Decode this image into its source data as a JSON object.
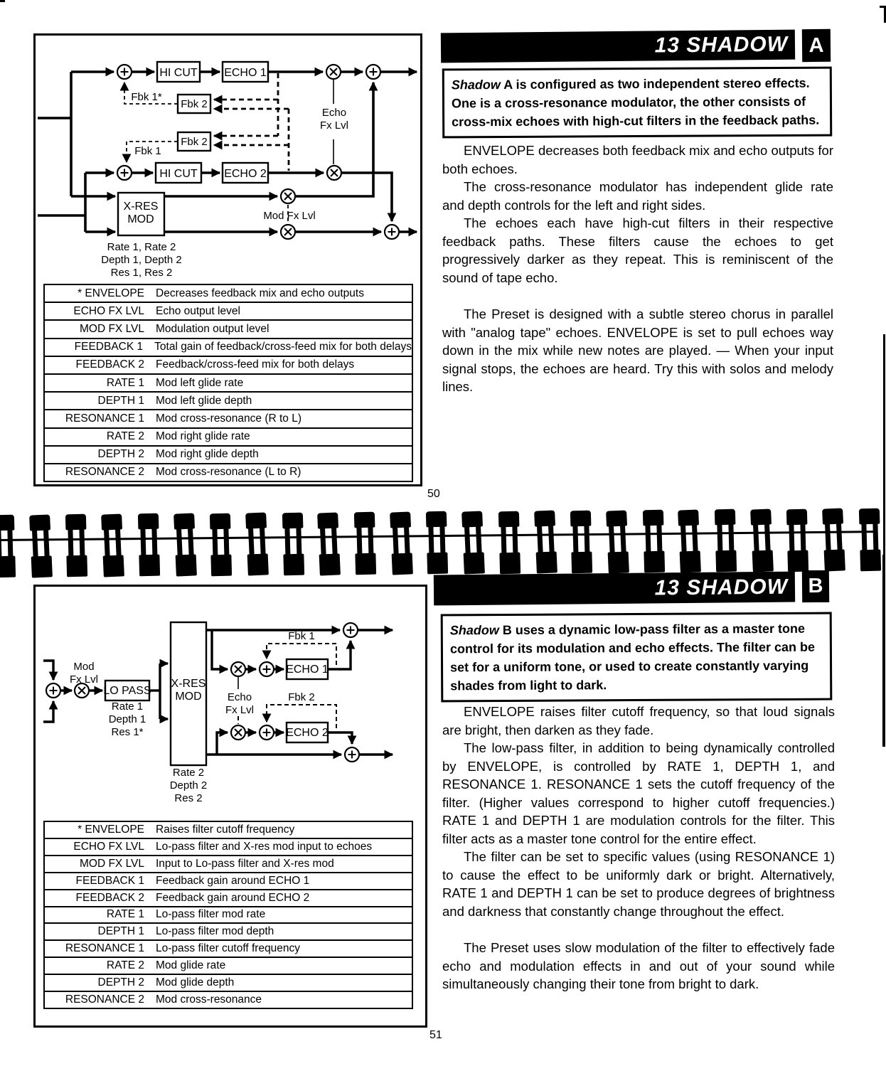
{
  "sections": {
    "a": {
      "header": {
        "title": "13 SHADOW",
        "tab": "A"
      },
      "intro": {
        "italic_lead": "Shadow",
        "rest": " A is configured as two independent stereo effects. One is a cross-resonance modulator, the other consists of cross-mix echoes with high-cut filters in the feedback paths."
      },
      "paragraphs": [
        "ENVELOPE decreases both feedback mix and echo outputs for both echoes.",
        "The cross-resonance modulator has independent glide rate and depth controls for the left and right sides.",
        "The echoes each have high-cut filters in their respective feedback paths. These filters cause the echoes to get progressively darker as they repeat. This is reminiscent of the sound of tape echo.",
        "The Preset is designed with a subtle stereo chorus in parallel with \"analog tape\" echoes. ENVELOPE is set to pull echoes way down in the mix while new notes are played. — When your input signal stops, the echoes are heard. Try this with solos and melody lines."
      ],
      "page_number": "50",
      "diagram": {
        "boxes": {
          "hi_cut_1": "HI CUT",
          "echo_1": "ECHO 1",
          "fbk2_top": "Fbk 2",
          "fbk2_bottom": "Fbk 2",
          "hi_cut_2": "HI CUT",
          "echo_2": "ECHO 2",
          "xres_line1": "X-RES",
          "xres_line2": "MOD"
        },
        "labels": {
          "fbk1_star": "Fbk 1*",
          "fbk1": "Fbk 1",
          "echo_fx_1": "Echo",
          "echo_fx_2": "Fx Lvl",
          "mod_fx": "Mod Fx Lvl",
          "xres_sub1": "Rate 1, Rate 2",
          "xres_sub2": "Depth 1, Depth 2",
          "xres_sub3": "Res 1, Res 2"
        }
      },
      "table": {
        "rows": [
          {
            "param": "* ENVELOPE",
            "desc": "Decreases feedback mix and echo outputs"
          },
          {
            "param": "ECHO FX LVL",
            "desc": "Echo output level"
          },
          {
            "param": "MOD FX LVL",
            "desc": "Modulation output level"
          },
          {
            "param": "FEEDBACK 1",
            "desc": "Total gain of feedback/cross-feed mix for both delays"
          },
          {
            "param": "FEEDBACK 2",
            "desc": "Feedback/cross-feed mix for both delays"
          },
          {
            "param": "RATE 1",
            "desc": "Mod left glide rate"
          },
          {
            "param": "DEPTH 1",
            "desc": "Mod left glide depth"
          },
          {
            "param": "RESONANCE 1",
            "desc": "Mod cross-resonance (R to L)"
          },
          {
            "param": "RATE 2",
            "desc": "Mod right glide rate"
          },
          {
            "param": "DEPTH 2",
            "desc": "Mod right glide depth"
          },
          {
            "param": "RESONANCE 2",
            "desc": "Mod cross-resonance (L to R)"
          }
        ]
      }
    },
    "b": {
      "header": {
        "title": "13 SHADOW",
        "tab": "B"
      },
      "intro": {
        "italic_lead": "Shadow",
        "rest": " B uses a dynamic low-pass filter as a master tone control for its modulation and echo effects. The filter can be set for a uniform tone, or used to create constantly varying shades from light to dark."
      },
      "paragraphs": [
        "ENVELOPE raises filter cutoff frequency, so that loud signals are bright, then darken as they fade.",
        "The low-pass filter, in addition to being dynamically controlled by ENVELOPE, is controlled by RATE 1, DEPTH 1, and RESONANCE 1. RESONANCE 1 sets the cutoff frequency of the filter. (Higher values correspond to higher cutoff frequencies.) RATE 1 and DEPTH 1 are modulation controls for the filter. This filter acts as a master tone control for the entire effect.",
        "The filter can be set to specific values (using RESONANCE 1) to cause the effect to be uniformly dark or bright. Alternatively, RATE 1 and DEPTH 1 can be set to produce degrees of brightness and darkness that constantly change throughout the effect.",
        "The Preset uses slow modulation of the filter to effectively fade echo and modulation effects in and out of your sound while simultaneously changing their tone from bright to dark."
      ],
      "page_number": "51",
      "diagram": {
        "boxes": {
          "lo_pass": "LO PASS",
          "xres_line1": "X-RES",
          "xres_line2": "MOD",
          "echo_1": "ECHO 1",
          "echo_2": "ECHO 2"
        },
        "labels": {
          "mod_fx_1": "Mod",
          "mod_fx_2": "Fx Lvl",
          "lopass_sub1": "Rate 1",
          "lopass_sub2": "Depth 1",
          "lopass_sub3": "Res 1*",
          "xres_sub1": "Rate 2",
          "xres_sub2": "Depth 2",
          "xres_sub3": "Res 2",
          "fbk1": "Fbk 1",
          "fbk2": "Fbk 2",
          "echo_fx_1": "Echo",
          "echo_fx_2": "Fx Lvl"
        }
      },
      "table": {
        "rows": [
          {
            "param": "* ENVELOPE",
            "desc": "Raises filter cutoff frequency"
          },
          {
            "param": "ECHO FX LVL",
            "desc": "Lo-pass filter and X-res mod input to echoes"
          },
          {
            "param": "MOD FX LVL",
            "desc": "Input to Lo-pass filter and X-res mod"
          },
          {
            "param": "FEEDBACK 1",
            "desc": "Feedback gain around ECHO 1"
          },
          {
            "param": "FEEDBACK 2",
            "desc": "Feedback gain around ECHO 2"
          },
          {
            "param": "RATE 1",
            "desc": "Lo-pass filter mod rate"
          },
          {
            "param": "DEPTH 1",
            "desc": "Lo-pass filter mod depth"
          },
          {
            "param": "RESONANCE 1",
            "desc": "Lo-pass filter cutoff frequency"
          },
          {
            "param": "RATE 2",
            "desc": "Mod glide rate"
          },
          {
            "param": "DEPTH 2",
            "desc": "Mod glide depth"
          },
          {
            "param": "RESONANCE 2",
            "desc": "Mod cross-resonance"
          }
        ]
      }
    }
  },
  "binding": {
    "coil_count": 25
  },
  "colors": {
    "ink": "#000000",
    "paper": "#ffffff"
  }
}
